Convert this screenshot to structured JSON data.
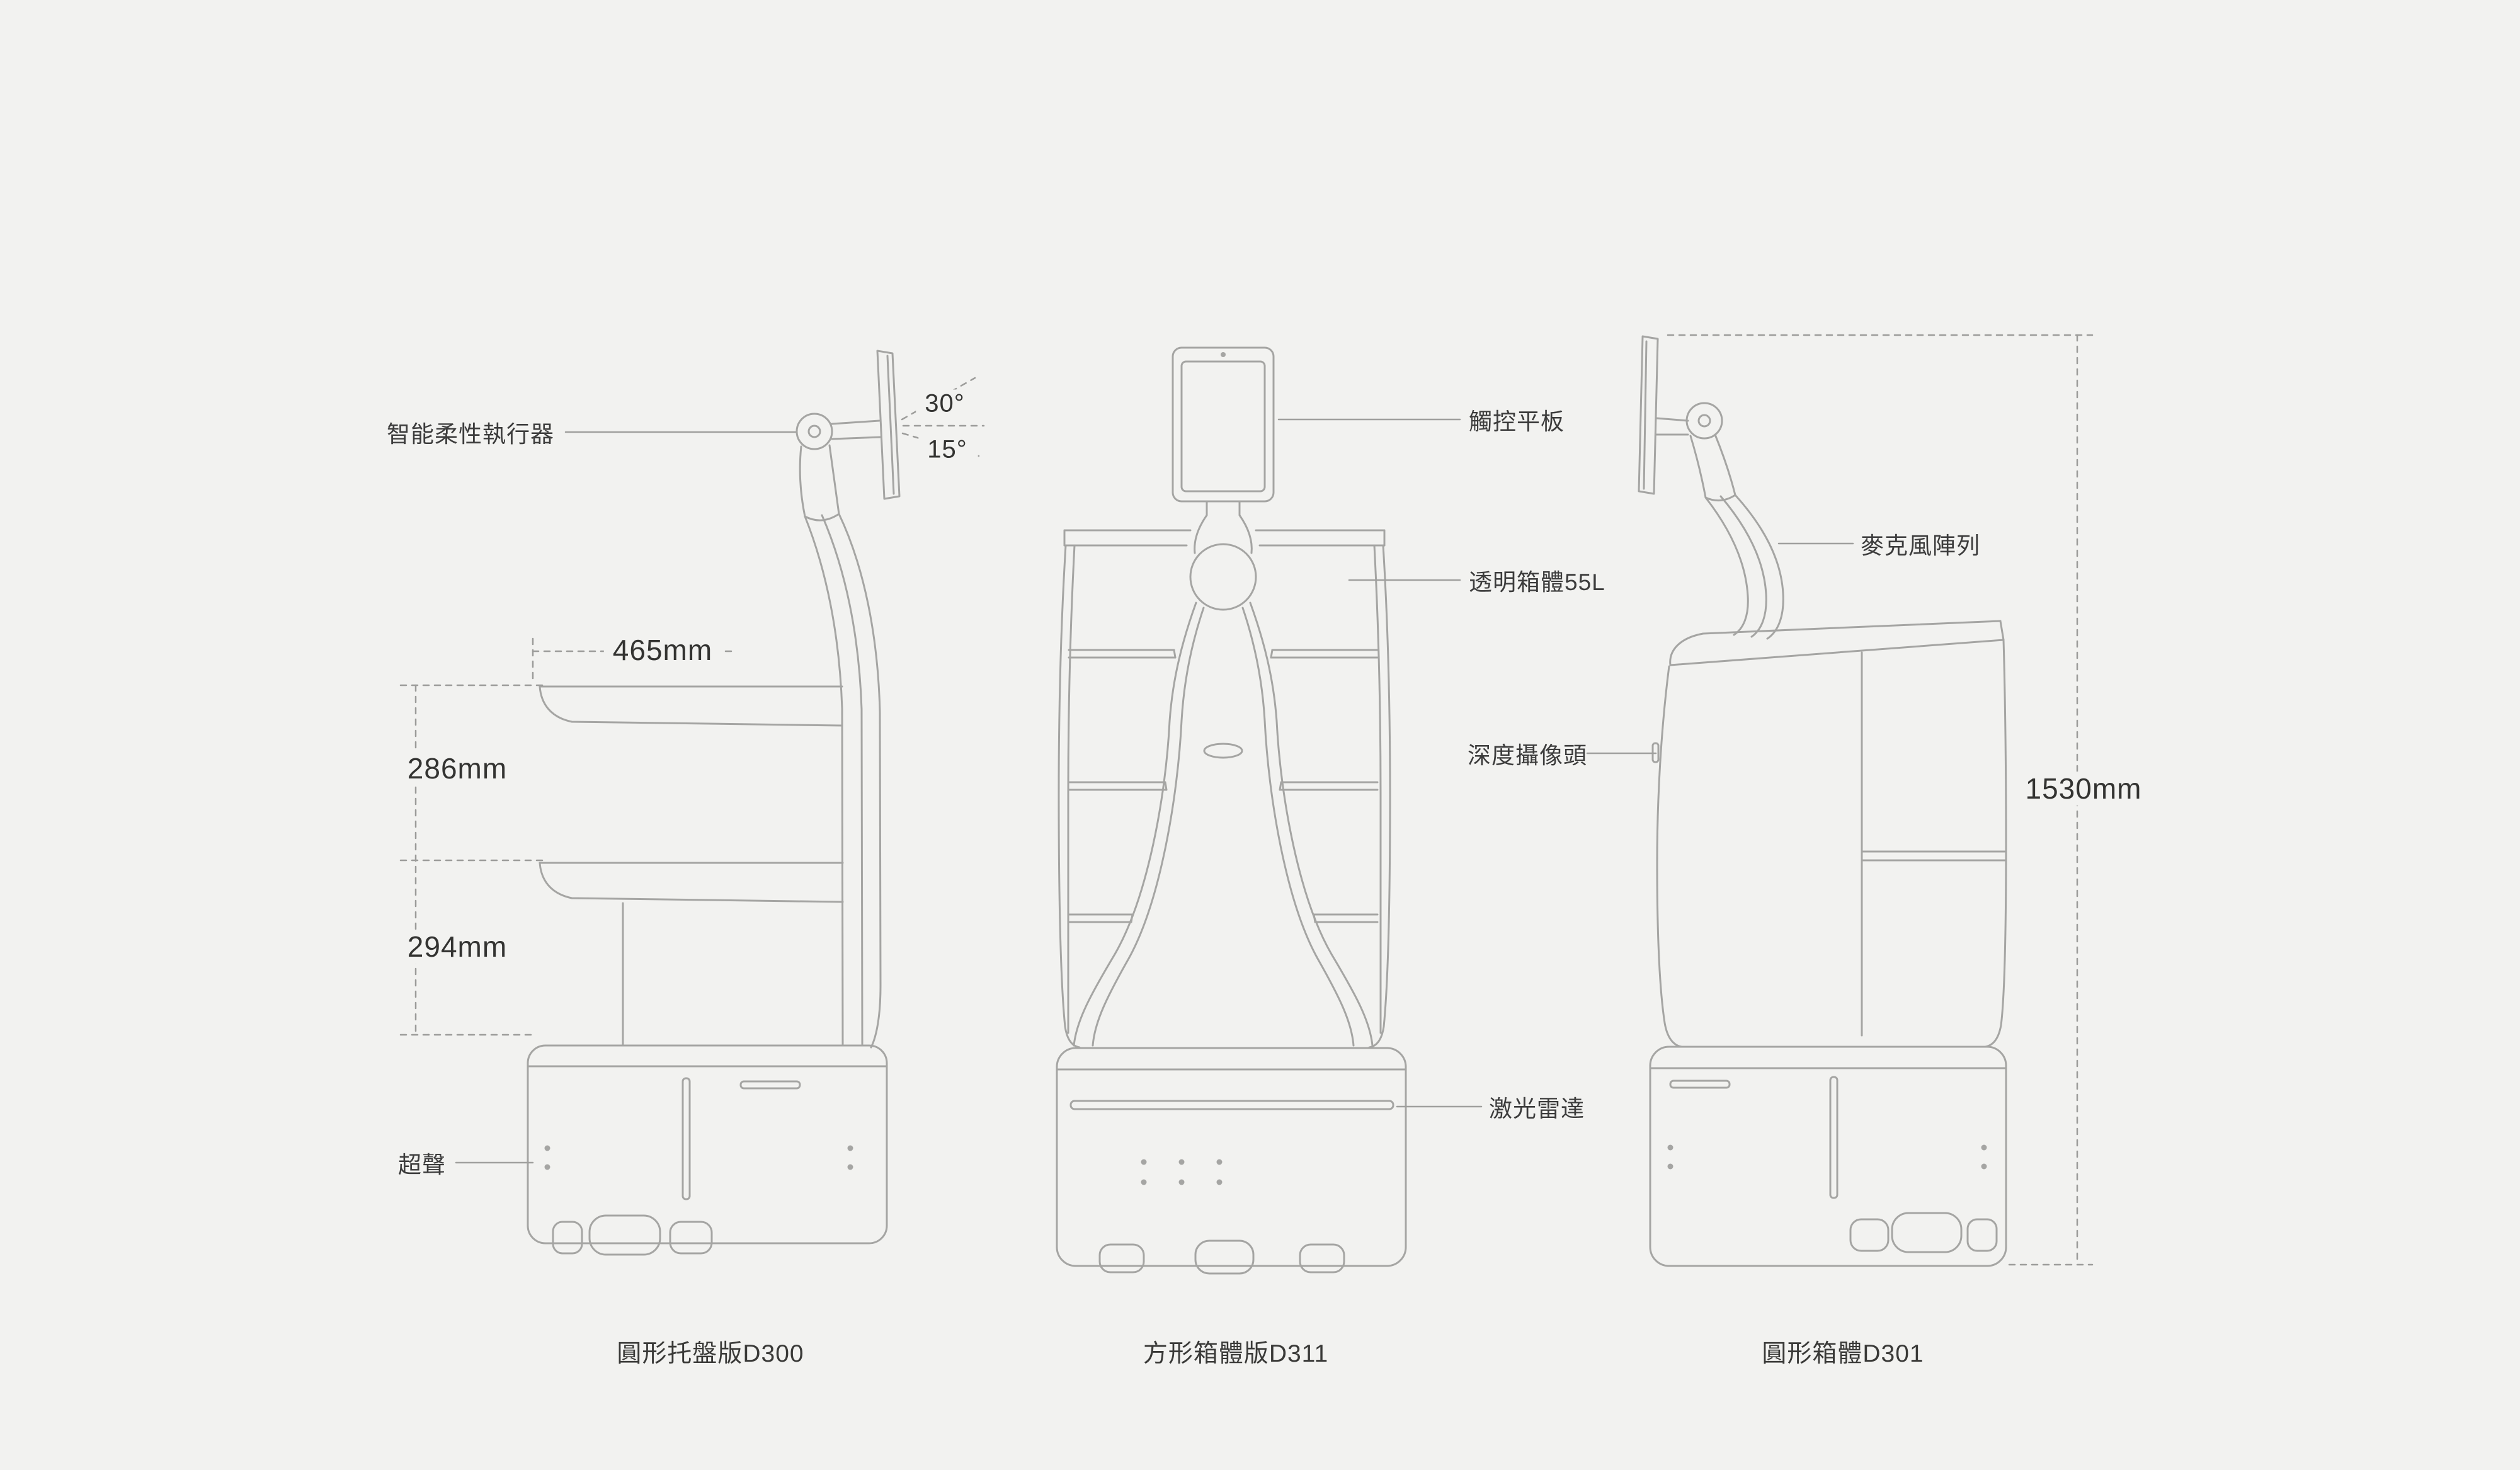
{
  "colors": {
    "background": "#f2f2f0",
    "line_art": "#a5a5a3",
    "text": "#3c3c3c"
  },
  "robots": {
    "d300": {
      "caption": "圓形托盤版D300",
      "labels": {
        "actuator": "智能柔性執行器",
        "ultrasonic": "超聲"
      },
      "dimensions": {
        "tray_width": "465mm",
        "shelf_gap_upper": "286mm",
        "shelf_gap_lower": "294mm",
        "tilt_up": "30°",
        "tilt_down": "15°"
      }
    },
    "d311": {
      "caption": "方形箱體版D311",
      "labels": {
        "tablet": "觸控平板",
        "cabinet": "透明箱體55L",
        "depth_camera": "深度攝像頭",
        "lidar": "激光雷達"
      }
    },
    "d301": {
      "caption": "圓形箱體D301",
      "labels": {
        "microphone": "麥克風陣列"
      },
      "dimensions": {
        "overall_height": "1530mm"
      }
    }
  }
}
